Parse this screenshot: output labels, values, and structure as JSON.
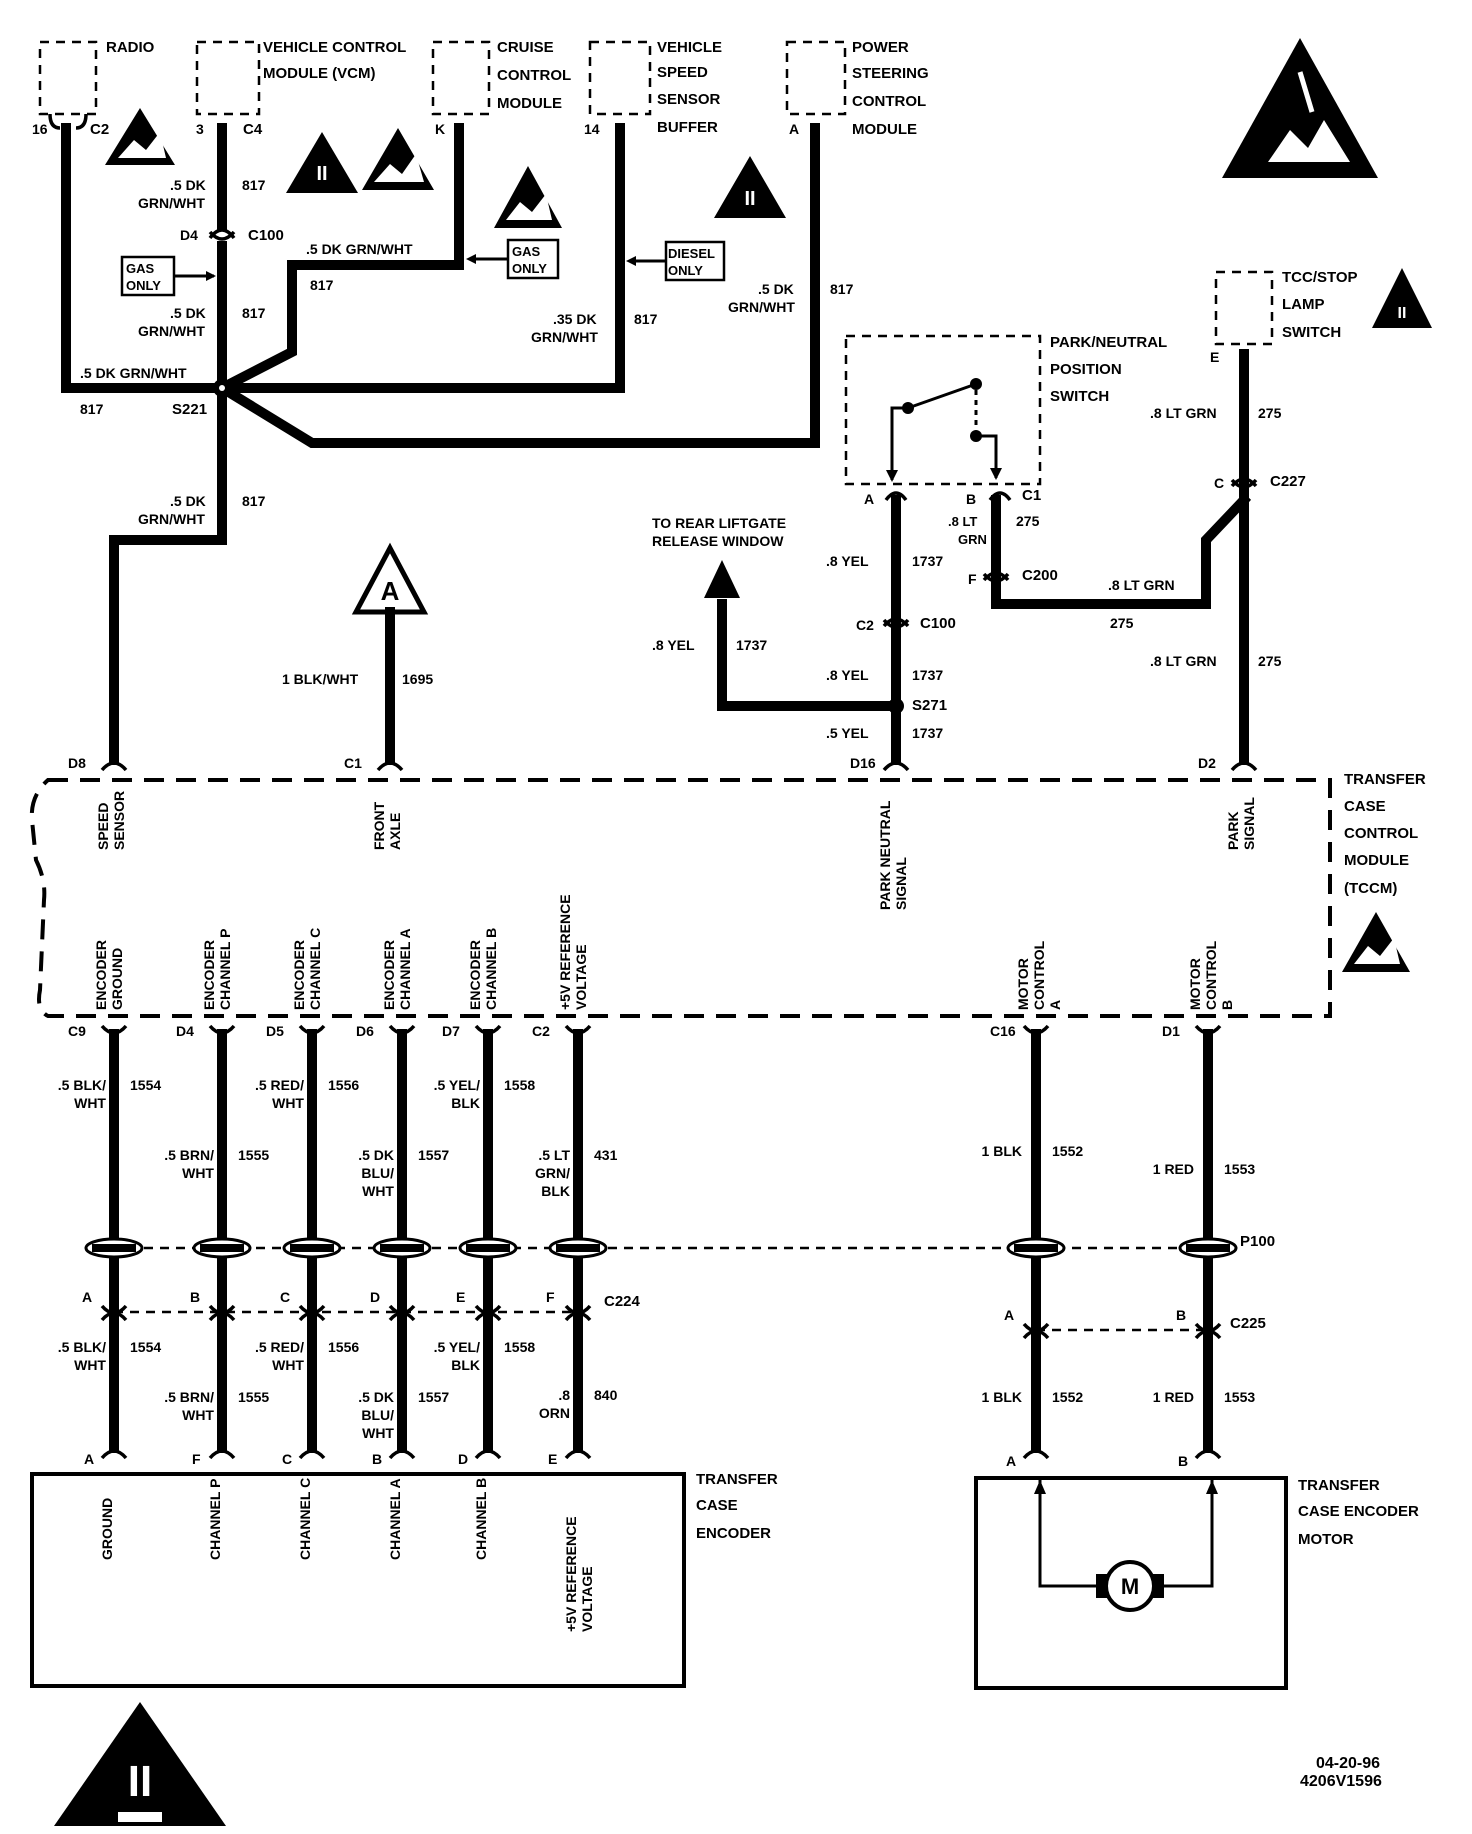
{
  "components": {
    "radio": [
      "RADIO"
    ],
    "vcm": [
      "VEHICLE CONTROL",
      "MODULE (VCM)"
    ],
    "cruise": [
      "CRUISE",
      "CONTROL",
      "MODULE"
    ],
    "vssb": [
      "VEHICLE",
      "SPEED",
      "SENSOR",
      "BUFFER"
    ],
    "pscm": [
      "POWER",
      "STEERING",
      "CONTROL",
      "MODULE"
    ],
    "tcc": [
      "TCC/STOP",
      "LAMP",
      "SWITCH"
    ],
    "pnp": [
      "PARK/NEUTRAL",
      "POSITION",
      "SWITCH"
    ],
    "tccm": [
      "TRANSFER",
      "CASE",
      "CONTROL",
      "MODULE",
      "(TCCM)"
    ],
    "encoder": [
      "TRANSFER",
      "CASE",
      "ENCODER"
    ],
    "motor": [
      "TRANSFER",
      "CASE ENCODER",
      "MOTOR"
    ],
    "motor_symbol": "M",
    "triangle_a": "A",
    "roman": "II"
  },
  "pins": {
    "radio": [
      "16",
      "C2"
    ],
    "vcm": [
      "3",
      "C4"
    ],
    "cruise": "K",
    "vssb": "14",
    "pscm": "A",
    "tcc": "E"
  },
  "connectors": {
    "c100_top": [
      "D4",
      "C100"
    ],
    "c100_mid": [
      "C2",
      "C100"
    ],
    "c1": [
      "A",
      "B",
      "C1"
    ],
    "c200": [
      "F",
      "C200"
    ],
    "c227": [
      "C",
      "C227"
    ],
    "p100": "P100",
    "c224": {
      "name": "C224",
      "pins": [
        "A",
        "B",
        "C",
        "D",
        "E",
        "F"
      ]
    },
    "c225": {
      "name": "C225",
      "pins": [
        "A",
        "B"
      ]
    }
  },
  "splices": {
    "s221": "S221",
    "s271": "S271"
  },
  "notes": {
    "gas_only": [
      "GAS",
      "ONLY"
    ],
    "diesel_only": [
      "DIESEL",
      "ONLY"
    ],
    "to_rear": [
      "TO REAR LIFTGATE",
      "RELEASE WINDOW"
    ]
  },
  "wires": {
    "radio": ".5 DK GRN/WHT",
    "c817": "817",
    "vcm_color": [
      ".5 DK",
      "GRN/WHT"
    ],
    "cruise": ".5 DK GRN/WHT",
    "vssb_color": [
      ".35 DK",
      "GRN/WHT"
    ],
    "pscm_color": [
      ".5 DK",
      "GRN/WHT"
    ],
    "s221_down": [
      ".5 DK",
      "GRN/WHT"
    ],
    "a_blk": "1 BLK/WHT",
    "a_num": "1695",
    "lt_grn_8": ".8 LT GRN",
    "lt_grn_8_stack": [
      ".8 LT",
      "GRN"
    ],
    "num275": "275",
    "yel_8": ".8 YEL",
    "yel_5": ".5 YEL",
    "num1737": "1737"
  },
  "tccm_pins_top": [
    {
      "pin": "D8",
      "label": [
        "SPEED",
        "SENSOR"
      ]
    },
    {
      "pin": "C1",
      "label": [
        "FRONT",
        "AXLE"
      ]
    },
    {
      "pin": "D16",
      "label": [
        "PARK NEUTRAL",
        "SIGNAL"
      ]
    },
    {
      "pin": "D2",
      "label": [
        "PARK",
        "SIGNAL"
      ]
    }
  ],
  "tccm_pins_bottom": [
    {
      "pin": "C9",
      "label": [
        "ENCODER",
        "GROUND"
      ]
    },
    {
      "pin": "D4",
      "label": [
        "ENCODER",
        "CHANNEL P"
      ]
    },
    {
      "pin": "D5",
      "label": [
        "ENCODER",
        "CHANNEL C"
      ]
    },
    {
      "pin": "D6",
      "label": [
        "ENCODER",
        "CHANNEL A"
      ]
    },
    {
      "pin": "D7",
      "label": [
        "ENCODER",
        "CHANNEL B"
      ]
    },
    {
      "pin": "C2",
      "label": [
        "+5V REFERENCE",
        "VOLTAGE"
      ]
    },
    {
      "pin": "C16",
      "label": [
        "MOTOR",
        "CONTROL",
        "A"
      ]
    },
    {
      "pin": "D1",
      "label": [
        "MOTOR",
        "CONTROL",
        "B"
      ]
    }
  ],
  "enc_wires_upper": [
    {
      "color": [
        ".5 BLK/",
        "WHT"
      ],
      "num": "1554"
    },
    {
      "color": [
        ".5 BRN/",
        "WHT"
      ],
      "num": "1555"
    },
    {
      "color": [
        ".5 RED/",
        "WHT"
      ],
      "num": "1556"
    },
    {
      "color": [
        ".5 DK",
        "BLU/",
        "WHT"
      ],
      "num": "1557"
    },
    {
      "color": [
        ".5 YEL/",
        "BLK"
      ],
      "num": "1558"
    },
    {
      "color": [
        ".5 LT",
        "GRN/",
        "BLK"
      ],
      "num": "431"
    }
  ],
  "enc_wires_lower": [
    {
      "color": [
        ".5 BLK/",
        "WHT"
      ],
      "num": "1554"
    },
    {
      "color": [
        ".5 BRN/",
        "WHT"
      ],
      "num": "1555"
    },
    {
      "color": [
        ".5 RED/",
        "WHT"
      ],
      "num": "1556"
    },
    {
      "color": [
        ".5 DK",
        "BLU/",
        "WHT"
      ],
      "num": "1557"
    },
    {
      "color": [
        ".5 YEL/",
        "BLK"
      ],
      "num": "1558"
    },
    {
      "color": [
        ".8",
        "ORN"
      ],
      "num": "840"
    }
  ],
  "motor_wires": [
    {
      "color": "1 BLK",
      "num": "1552"
    },
    {
      "color": "1 RED",
      "num": "1553"
    }
  ],
  "encoder_pins": [
    {
      "pin": "A",
      "label": [
        "GROUND"
      ]
    },
    {
      "pin": "F",
      "label": [
        "CHANNEL P"
      ]
    },
    {
      "pin": "C",
      "label": [
        "CHANNEL C"
      ]
    },
    {
      "pin": "B",
      "label": [
        "CHANNEL A"
      ]
    },
    {
      "pin": "D",
      "label": [
        "CHANNEL B"
      ]
    },
    {
      "pin": "E",
      "label": [
        "+5V REFERENCE",
        "VOLTAGE"
      ]
    }
  ],
  "motor_pins": [
    "A",
    "B"
  ],
  "footer": {
    "date": "04-20-96",
    "code": "4206V1596"
  }
}
